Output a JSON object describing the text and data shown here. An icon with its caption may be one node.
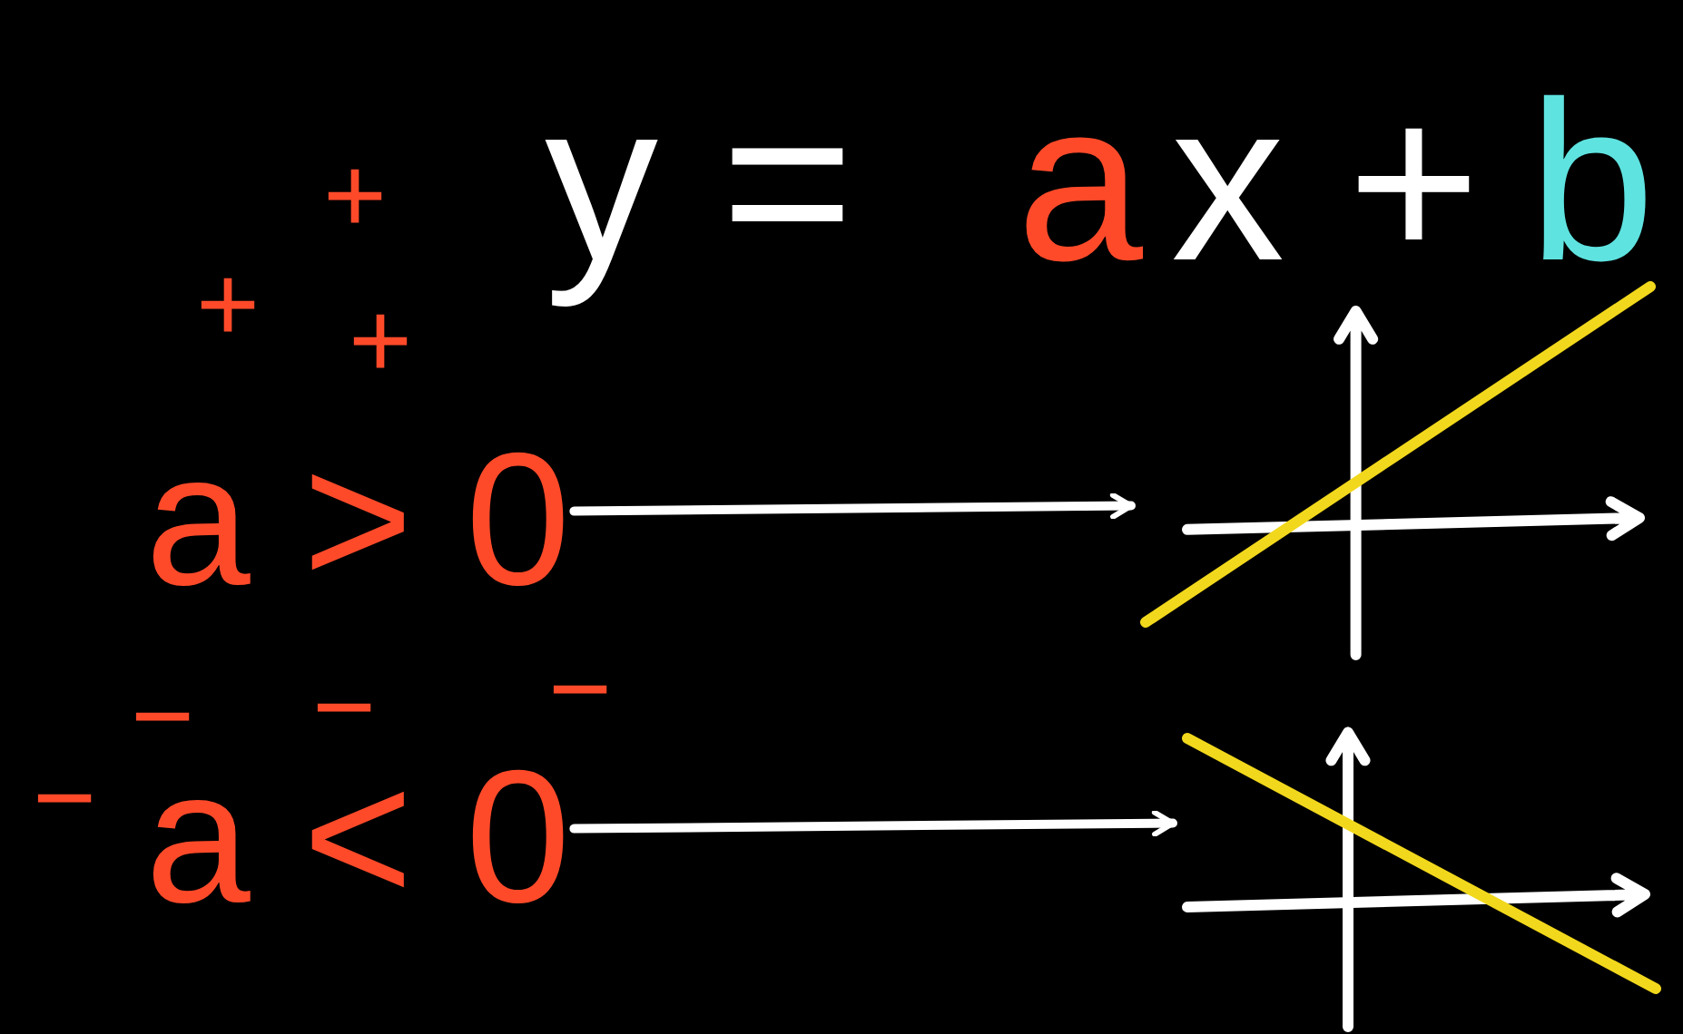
{
  "diagram": {
    "nodes": [
      {
        "text": [
          "a > 0"
        ]
      },
      {
        "text": [],
        "shape": "picture"
      },
      {
        "text": [
          "a < 0"
        ]
      },
      {
        "text": [],
        "shape": "picture"
      }
    ],
    "edges": [
      {
        "from": 0,
        "to": 1,
        "arrow": "to"
      },
      {
        "from": 2,
        "to": 3,
        "arrow": "to"
      }
    ],
    "labels": [
      "y =",
      "a",
      "x +",
      "b",
      "+",
      "+",
      "+",
      "−",
      "−",
      "−",
      "−"
    ]
  }
}
